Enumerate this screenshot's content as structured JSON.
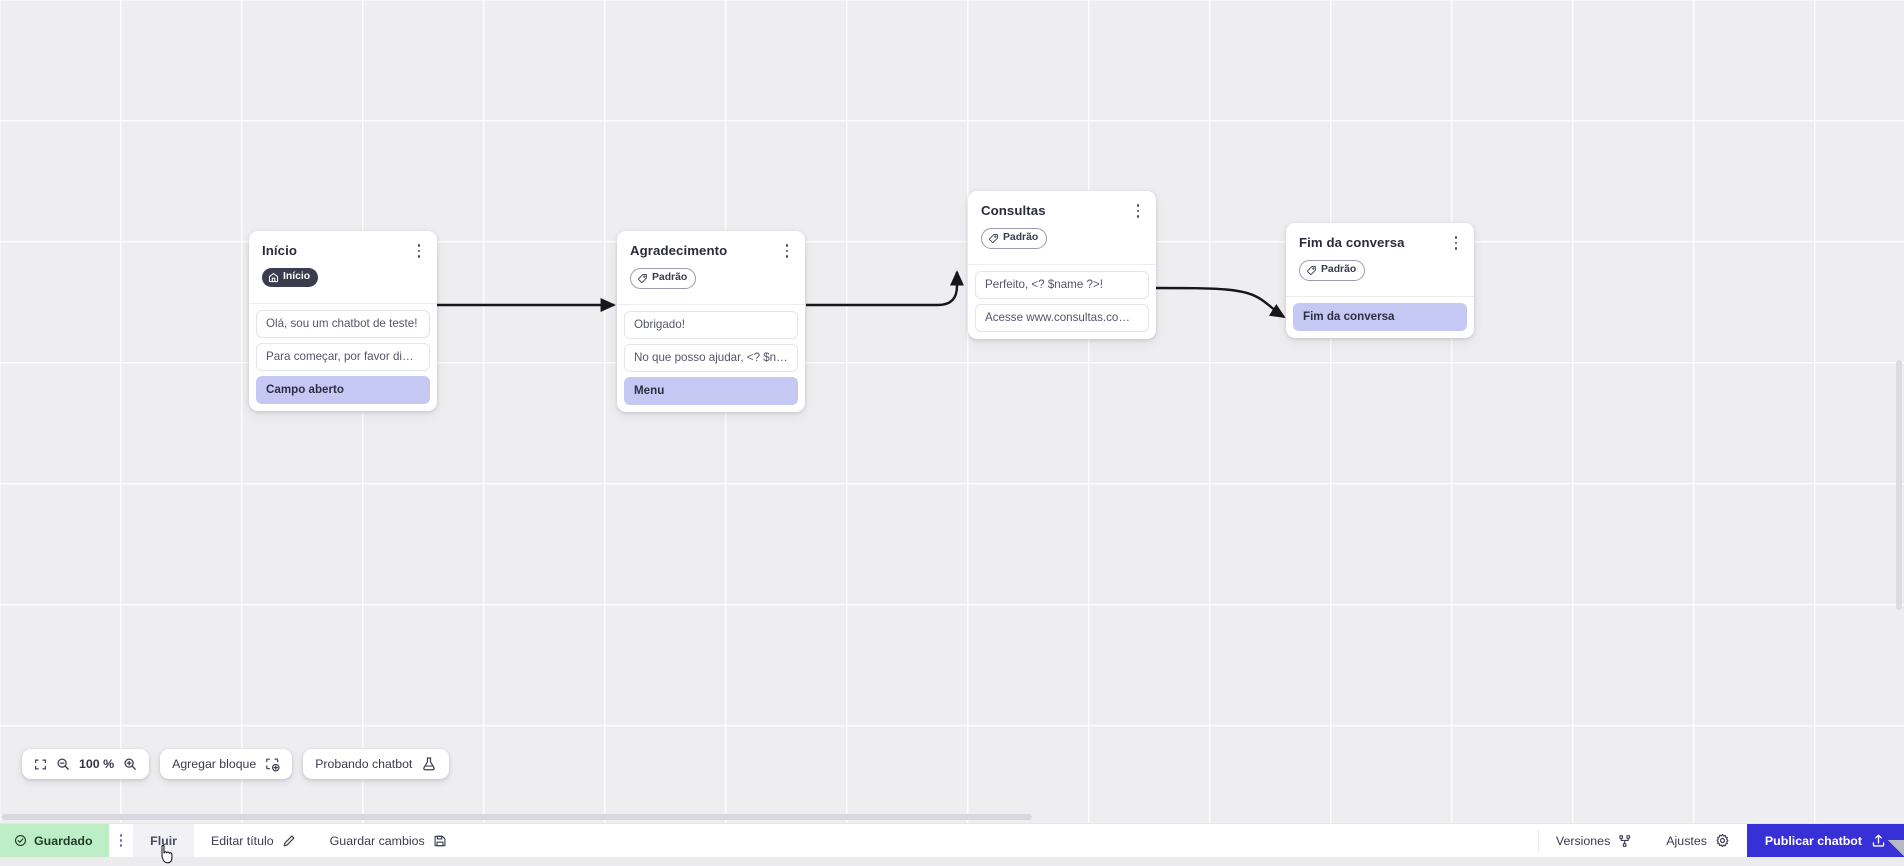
{
  "canvas": {
    "zoom_level": "100 %",
    "nodes": [
      {
        "id": "inicio",
        "title": "Início",
        "badge": {
          "label": "Início",
          "icon": "home-icon",
          "style": "start"
        },
        "fields": [
          {
            "text": "Olá, sou um chatbot de teste!",
            "type": "message"
          },
          {
            "text": "Para começar, por favor digite o ...",
            "type": "message"
          },
          {
            "text": "Campo aberto",
            "type": "action"
          }
        ]
      },
      {
        "id": "agradecimento",
        "title": "Agradecimento",
        "badge": {
          "label": "Padrão",
          "icon": "tag-icon",
          "style": "default"
        },
        "fields": [
          {
            "text": "Obrigado!",
            "type": "message"
          },
          {
            "text": "No que posso ajudar, <? $name ...",
            "type": "message"
          },
          {
            "text": "Menu",
            "type": "action"
          }
        ]
      },
      {
        "id": "consultas",
        "title": "Consultas",
        "badge": {
          "label": "Padrão",
          "icon": "tag-icon",
          "style": "default"
        },
        "fields": [
          {
            "text": "Perfeito, <? $name ?>!",
            "type": "message"
          },
          {
            "text": "Acesse www.consultas.com par...",
            "type": "message"
          }
        ]
      },
      {
        "id": "fim",
        "title": "Fim da conversa",
        "badge": {
          "label": "Padrão",
          "icon": "tag-icon",
          "style": "default"
        },
        "fields": [
          {
            "text": "Fim da conversa",
            "type": "action"
          }
        ]
      }
    ]
  },
  "toolbar": {
    "fit_icon": "fit-screen-icon",
    "zoom_out_icon": "zoom-out-icon",
    "zoom_in_icon": "zoom-in-icon",
    "zoom_level": "100 %",
    "add_block_label": "Agregar bloque",
    "add_block_icon": "add-block-icon",
    "test_chatbot_label": "Probando chatbot",
    "test_chatbot_icon": "flask-icon"
  },
  "statusbar": {
    "saved_label": "Guardado",
    "saved_icon": "check-circle-icon",
    "menu_icon": "vertical-dots-icon",
    "flow_label": "Fluir",
    "edit_title_label": "Editar título",
    "edit_title_icon": "pencil-icon",
    "save_changes_label": "Guardar cambios",
    "save_changes_icon": "floppy-disk-icon",
    "versions_label": "Versiones",
    "versions_icon": "branch-icon",
    "settings_label": "Ajustes",
    "settings_icon": "gear-icon",
    "publish_label": "Publicar chatbot",
    "publish_icon": "upload-icon"
  },
  "colors": {
    "publish_bg": "#3730d6",
    "saved_bg": "#bdeec6",
    "action_field_bg": "#c5c8f3",
    "start_badge_bg": "#3b3c4d",
    "canvas_bg": "#eeeef0"
  }
}
